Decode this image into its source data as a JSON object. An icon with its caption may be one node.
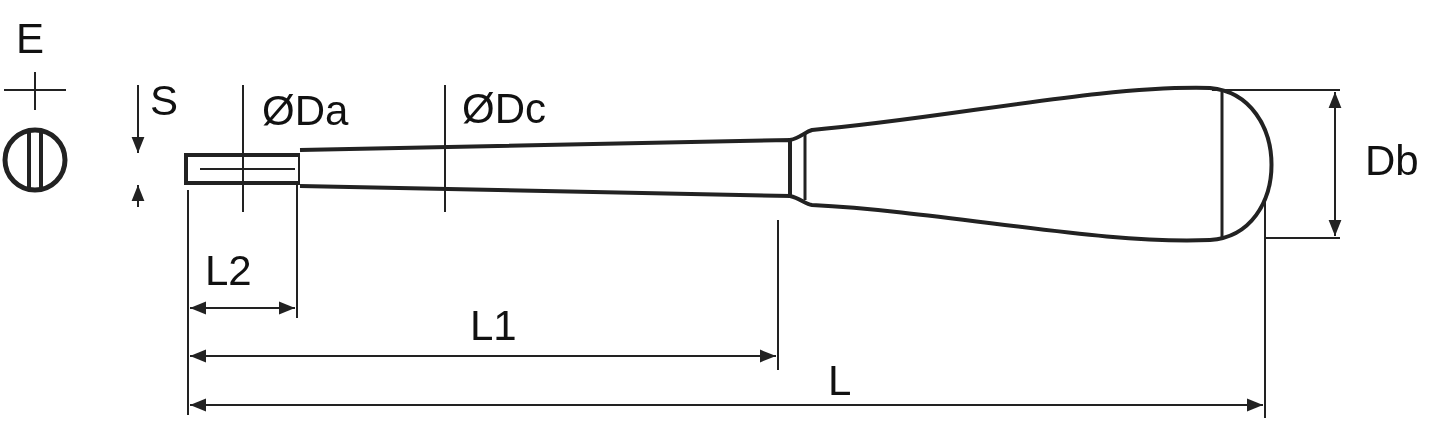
{
  "diagram": {
    "labels": [
      "E",
      "S",
      "ØDa",
      "ØDc",
      "Db",
      "L2",
      "L1",
      "L"
    ]
  }
}
